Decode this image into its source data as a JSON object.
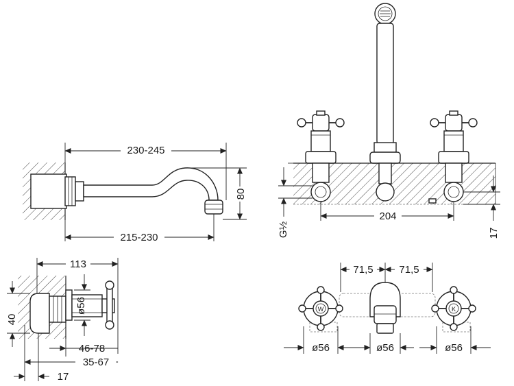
{
  "dimensions": {
    "spout_length_top": "230-245",
    "spout_length_bottom": "215-230",
    "spout_height": "80",
    "valve_depth": "113",
    "valve_diameter": "ø56",
    "valve_height": "40",
    "valve_adjust_a": "46-78",
    "valve_adjust_b": "35-67",
    "valve_offset": "17",
    "handle_spacing": "204",
    "thread_size": "G½",
    "wall_offset": "17",
    "centre_left": "71,5",
    "centre_right": "71,5",
    "rosette_left": "ø56",
    "rosette_middle": "ø56",
    "rosette_right": "ø56"
  },
  "handle_marks": {
    "hot": "W",
    "cold": "K"
  }
}
